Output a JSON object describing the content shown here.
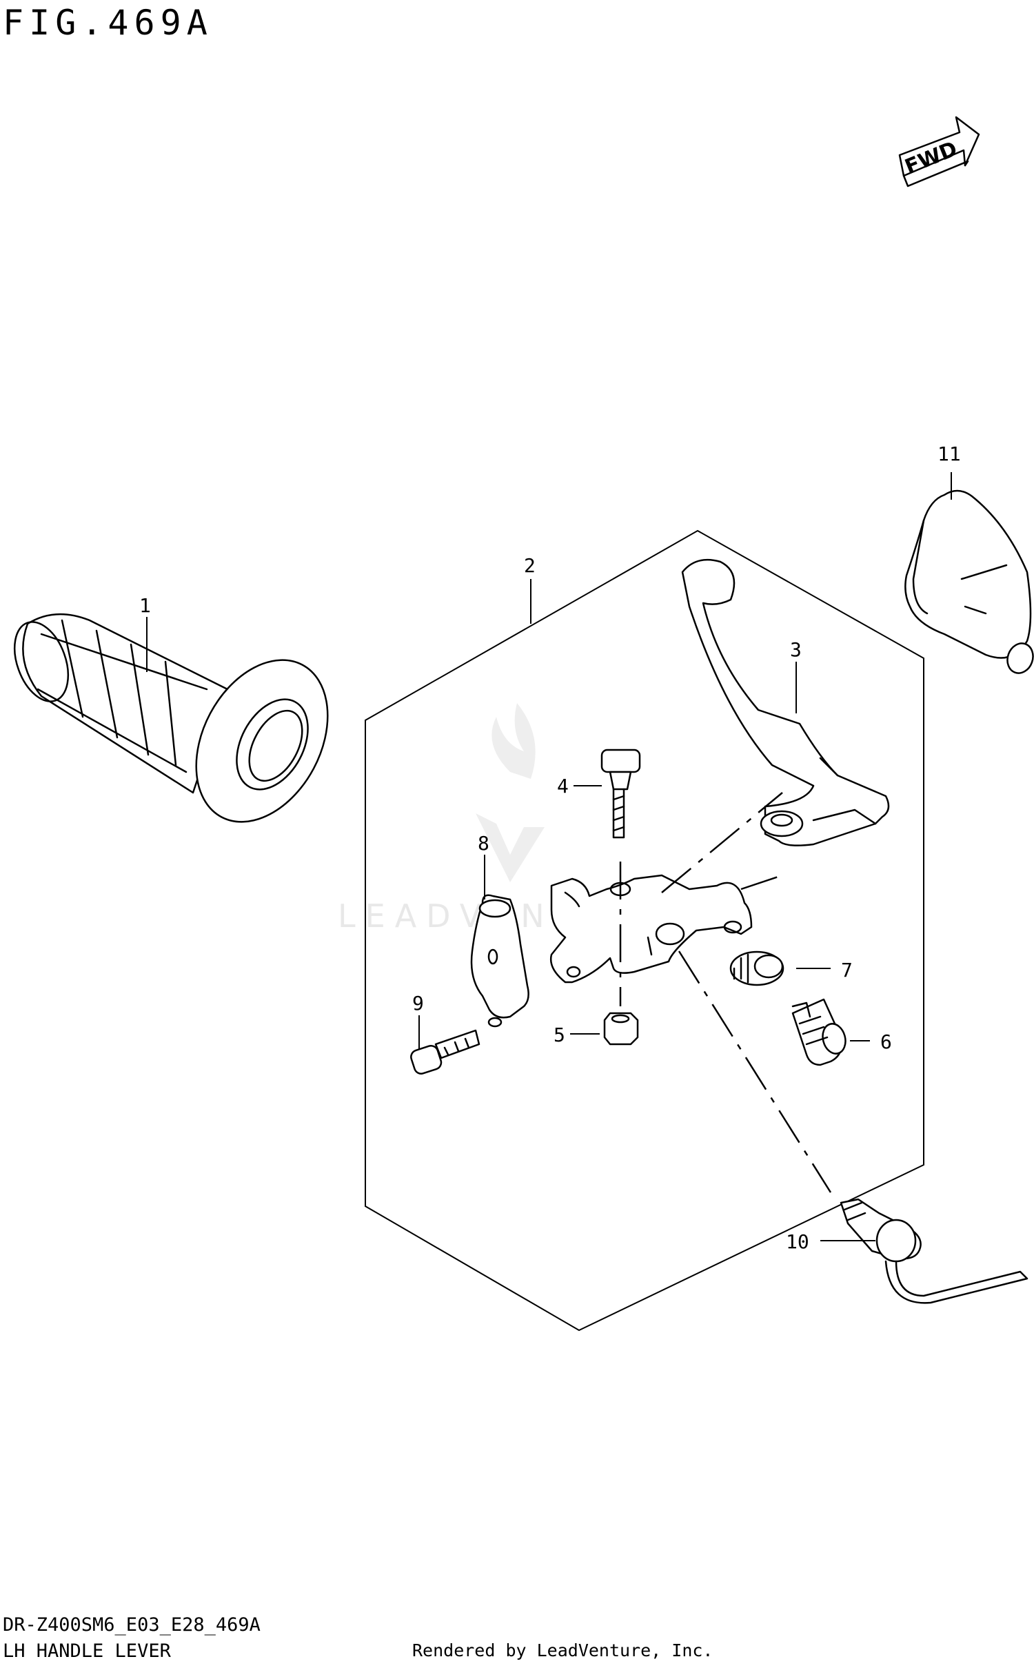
{
  "figure": {
    "title": "FIG.469A"
  },
  "footer": {
    "model_code": "DR-Z400SM6_E03_E28_469A",
    "part_group": "LH HANDLE LEVER",
    "credit": "Rendered by LeadVenture, Inc."
  },
  "direction_marker": {
    "label": "FWD",
    "icon": "forward-arrow-icon"
  },
  "watermark": {
    "text": "LEADVENTURE",
    "icon": "flame-v-logo"
  },
  "callouts": [
    {
      "id": "1",
      "label": "1"
    },
    {
      "id": "2",
      "label": "2"
    },
    {
      "id": "3",
      "label": "3"
    },
    {
      "id": "4",
      "label": "4"
    },
    {
      "id": "5",
      "label": "5"
    },
    {
      "id": "6",
      "label": "6"
    },
    {
      "id": "7",
      "label": "7"
    },
    {
      "id": "8",
      "label": "8"
    },
    {
      "id": "9",
      "label": "9"
    },
    {
      "id": "10",
      "label": "10"
    },
    {
      "id": "11",
      "label": "11"
    }
  ]
}
